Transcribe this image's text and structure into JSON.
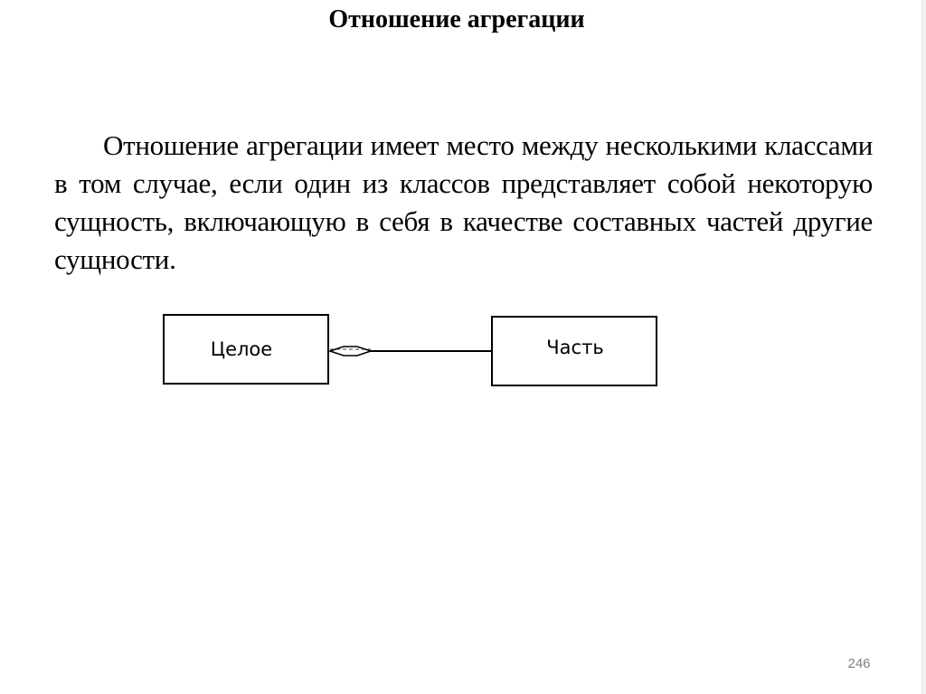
{
  "slide": {
    "title": "Отношение агрегации",
    "paragraph": "Отношение агрегации имеет место между несколькими классами в том случае, если один из классов представляет собой некоторую сущность, включающую в себя в качестве составных частей другие сущности.",
    "page_number": "246"
  },
  "diagram": {
    "whole_label": "Целое",
    "part_label": "Часть",
    "relation": "aggregation-hollow-diamond"
  }
}
